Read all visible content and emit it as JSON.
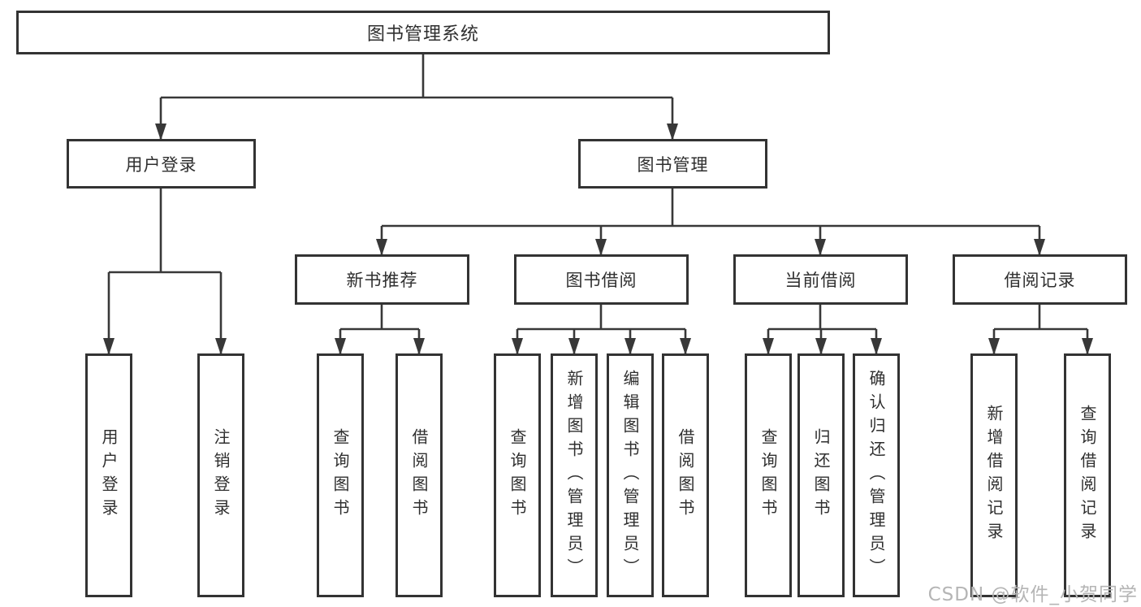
{
  "colors": {
    "line": "#383838",
    "border": "#333333",
    "text": "#2f2f2f",
    "watermark": "#b5b5b5",
    "background": "#ffffff"
  },
  "diagram": {
    "root": {
      "label": "图书管理系统"
    },
    "level2": {
      "user_login": {
        "label": "用户登录"
      },
      "book_management": {
        "label": "图书管理"
      }
    },
    "level3": {
      "new_book_recommendation": {
        "label": "新书推荐"
      },
      "book_borrowing": {
        "label": "图书借阅"
      },
      "current_borrowing": {
        "label": "当前借阅"
      },
      "borrowing_records": {
        "label": "借阅记录"
      }
    },
    "leaves": {
      "login": "用户登录",
      "logout": "注销登录",
      "rec_query_books": "查询图书",
      "rec_borrow_books": "借阅图书",
      "bb_query_books": "查询图书",
      "bb_add_books_admin": "新增图书（管理员）",
      "bb_edit_books_admin": "编辑图书（管理员）",
      "bb_borrow_books": "借阅图书",
      "cb_query_books": "查询图书",
      "cb_return_books": "归还图书",
      "cb_confirm_return_admin": "确认归还（管理员）",
      "br_add_record": "新增借阅记录",
      "br_query_record": "查询借阅记录"
    }
  },
  "watermark": "CSDN @软件_小贺同学"
}
